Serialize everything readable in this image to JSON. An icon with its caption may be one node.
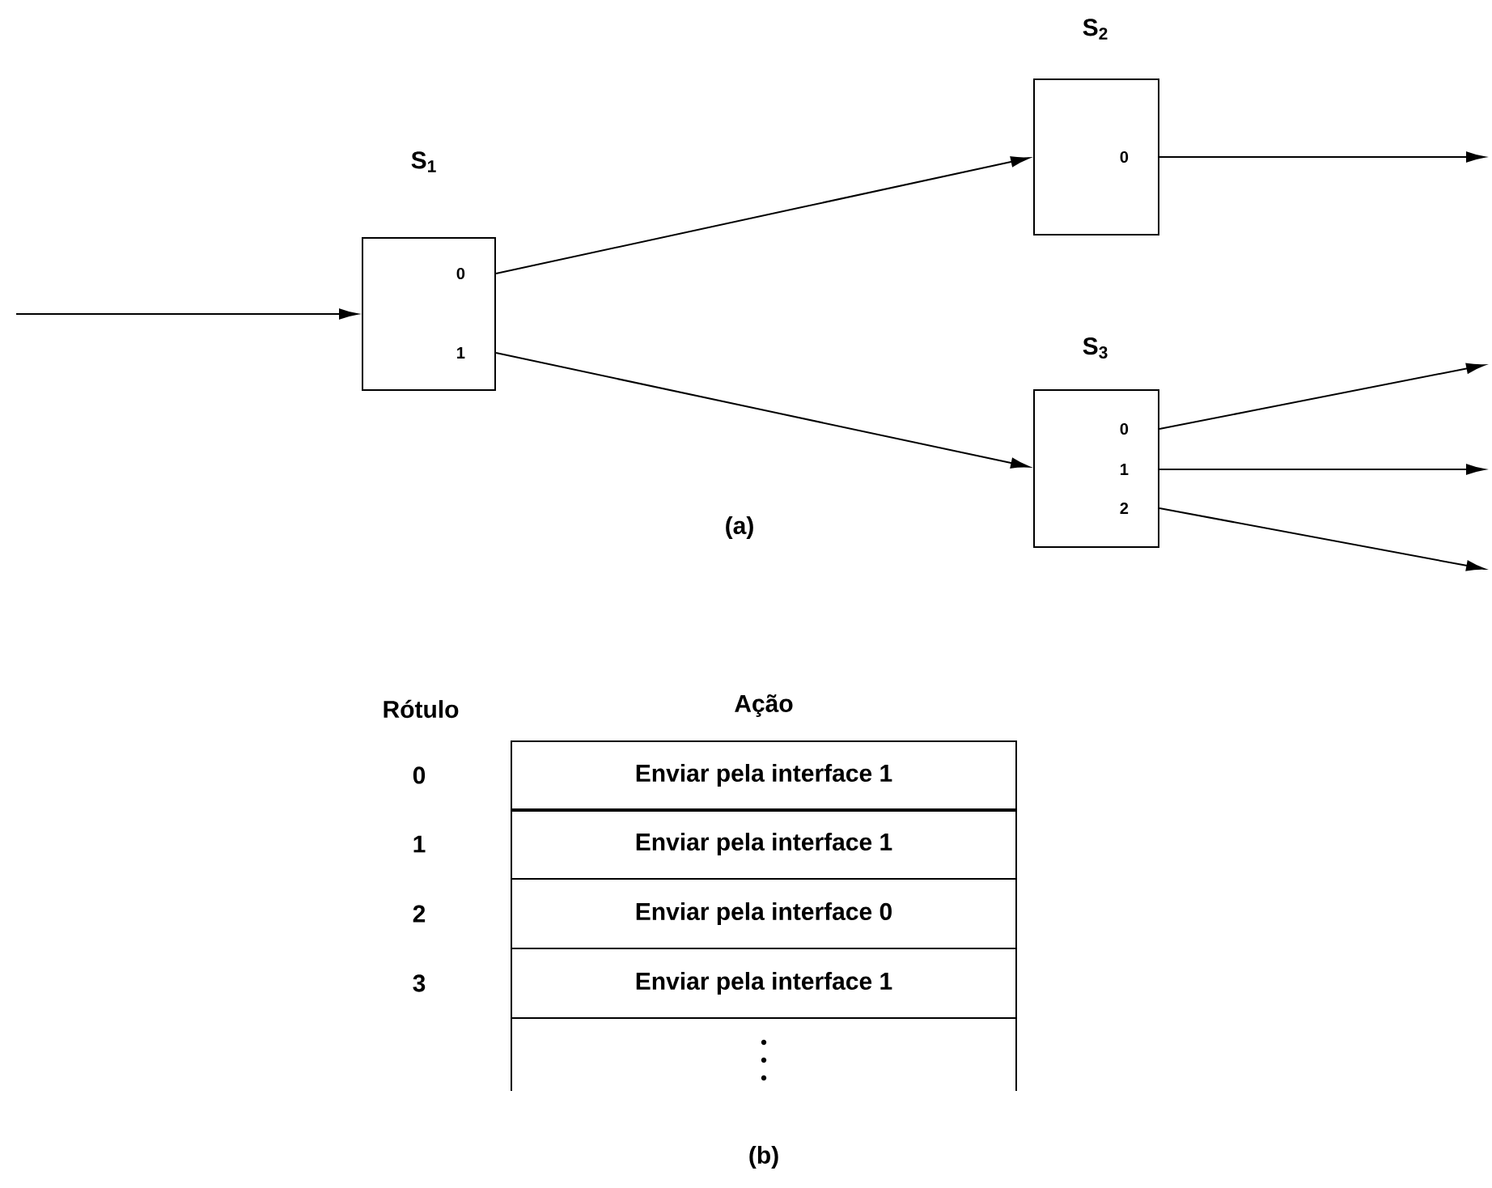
{
  "diagram": {
    "nodes": [
      {
        "text": [
          "S$_{1}$",
          "0",
          "1"
        ]
      },
      {
        "text": [
          "S$_{2}$",
          "0"
        ]
      },
      {
        "text": [
          "S$_{3}$",
          "0",
          "1",
          "2"
        ]
      }
    ],
    "edges": [
      {
        "from": null,
        "to": 0,
        "arrow": "to"
      },
      {
        "from": 0,
        "to": 1,
        "arrow": "to"
      },
      {
        "from": 0,
        "to": 2,
        "arrow": "to"
      },
      {
        "from": 1,
        "to": null,
        "arrow": "to"
      },
      {
        "from": 2,
        "to": null,
        "arrow": "to"
      },
      {
        "from": 2,
        "to": null,
        "arrow": "to"
      },
      {
        "from": 2,
        "to": null,
        "arrow": "to"
      }
    ],
    "labels": [
      "(a)",
      "Rótulo",
      "Ação",
      "0",
      "Enviar pela interface 1",
      "1",
      "Enviar pela interface 1",
      "2",
      "Enviar pela interface 0",
      "3",
      "Enviar pela interface 1",
      "(b)"
    ]
  }
}
